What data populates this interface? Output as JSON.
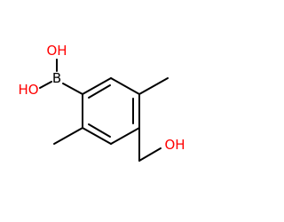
{
  "molecule": {
    "atoms": {
      "boron": {
        "label": "B",
        "color": "#000000"
      },
      "boron_oh_top": {
        "label": "OH",
        "color": "#ff0000"
      },
      "boron_oh_left": {
        "label": "HO",
        "color": "#ff0000"
      },
      "hydroxymethyl_oh": {
        "label": "OH",
        "color": "#ff0000"
      }
    },
    "bond_color": "#000000"
  }
}
